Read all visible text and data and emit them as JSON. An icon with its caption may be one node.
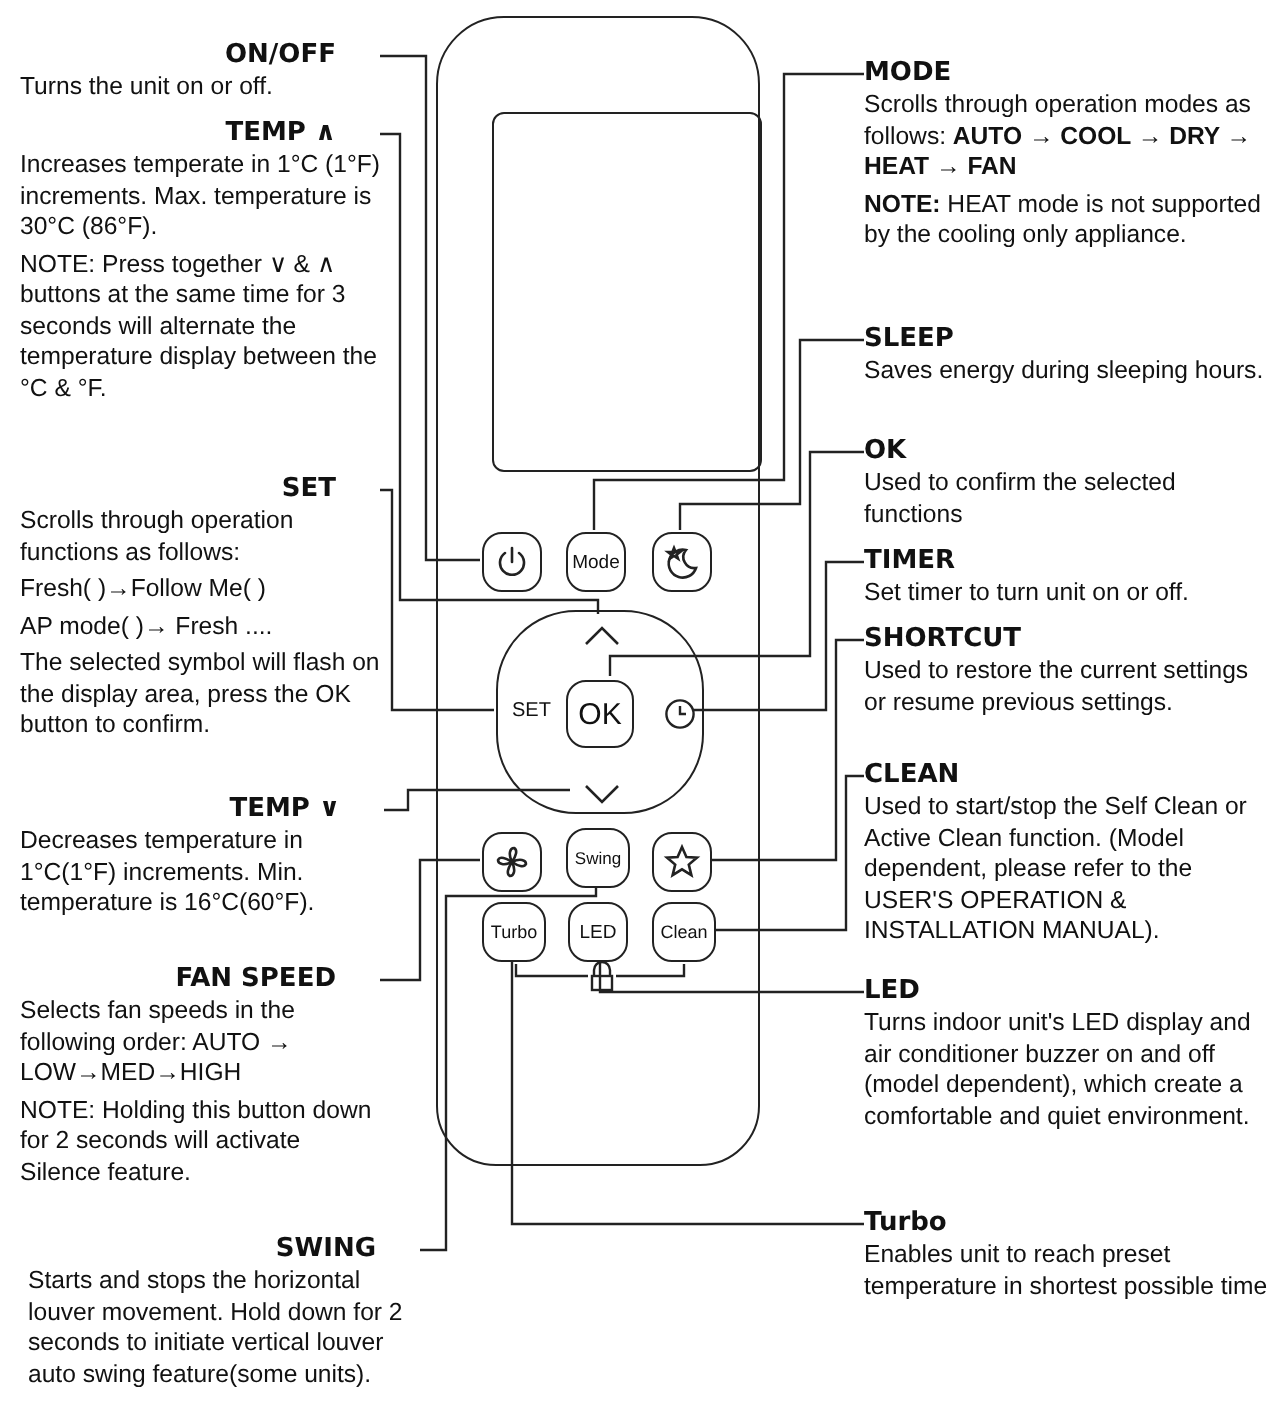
{
  "diagram": {
    "nodes": [
      {
        "text": [
          "ON/OFF",
          "Turns the unit on or off."
        ]
      },
      {
        "text": [
          "TEMP ∧",
          "Increases temperate in 1°C (1°F) increments. Max. temperature is 30°C (86°F).",
          "NOTE: Press together ∨ & ∧ buttons at the same time for 3 seconds will alternate the temperature display between the °C & °F."
        ]
      },
      {
        "text": [
          "SET",
          "Scrolls through operation functions as follows:",
          "Fresh( )→Follow Me( )",
          "AP mode( )→ Fresh ....",
          "The selected symbol will flash on the display area, press the OK button to confirm."
        ]
      },
      {
        "text": [
          "TEMP ∨",
          "Decreases temperature in 1°C(1°F) increments. Min. temperature is 16°C(60°F)."
        ]
      },
      {
        "text": [
          "FAN SPEED",
          "Selects fan speeds in the following order: AUTO → LOW→MED→HIGH",
          "NOTE: Holding this button down for 2 seconds will activate Silence feature."
        ]
      },
      {
        "text": [
          "SWING",
          "Starts and stops the horizontal louver movement. Hold down for 2 seconds to initiate vertical louver auto swing feature(some units)."
        ]
      },
      {
        "text": [
          "MODE",
          "Scrolls through operation modes as follows: **AUTO → COOL → DRY → HEAT → FAN**",
          "**NOTE:** HEAT mode is not supported by the cooling only appliance."
        ]
      },
      {
        "text": [
          "SLEEP",
          "Saves energy during sleeping hours."
        ]
      },
      {
        "text": [
          "OK",
          "Used to confirm the selected functions"
        ]
      },
      {
        "text": [
          "TIMER",
          "Set timer to turn unit on or off."
        ]
      },
      {
        "text": [
          "SHORTCUT",
          "Used to restore the current settings or resume previous settings."
        ]
      },
      {
        "text": [
          "CLEAN",
          "Used to start/stop the Self Clean or Active Clean function. (Model dependent, please refer to the USER'S OPERATION & INSTALLATION MANUAL)."
        ]
      },
      {
        "text": [
          "LED",
          "Turns indoor unit's LED display and air conditioner buzzer on and off (model dependent), which create a comfortable and quiet environment."
        ]
      },
      {
        "text": [
          "Turbo",
          "Enables unit to reach preset temperature in shortest possible time"
        ]
      },
      {
        "text": [],
        "shape": "box"
      },
      {
        "text": [],
        "shape": "box",
        "in": 14
      },
      {
        "text": [
          "Mode"
        ],
        "in": 14
      },
      {
        "text": [],
        "shape": "box",
        "in": 14
      },
      {
        "text": [
          "SET"
        ],
        "in": 14
      },
      {
        "text": [],
        "shape": "chevron",
        "in": 18
      },
      {
        "text": [
          "OK"
        ],
        "in": 18
      },
      {
        "text": [],
        "shape": "clock",
        "in": 18
      },
      {
        "text": [],
        "shape": "chevron",
        "in": 18
      },
      {
        "text": [],
        "shape": "box",
        "in": 14
      },
      {
        "text": [
          "Swing"
        ],
        "in": 14
      },
      {
        "text": [],
        "shape": "box",
        "in": 14
      },
      {
        "text": [
          "Turbo"
        ],
        "in": 14
      },
      {
        "text": [
          "LED"
        ],
        "in": 14
      },
      {
        "text": [
          "Clean"
        ],
        "in": 14
      },
      {
        "text": [],
        "shape": "box",
        "in": 14
      }
    ],
    "edges": [
      {
        "from": 0,
        "to": 15,
        "arrow": "none"
      },
      {
        "from": 1,
        "to": 19,
        "arrow": "none"
      },
      {
        "from": 2,
        "to": 18,
        "arrow": "none"
      },
      {
        "from": 3,
        "to": 22,
        "arrow": "none"
      },
      {
        "from": 4,
        "to": 23,
        "arrow": "none"
      },
      {
        "from": 5,
        "to": 24,
        "arrow": "none"
      },
      {
        "from": 6,
        "to": 16,
        "arrow": "none"
      },
      {
        "from": 7,
        "to": 17,
        "arrow": "none"
      },
      {
        "from": 8,
        "to": 20,
        "arrow": "none"
      },
      {
        "from": 9,
        "to": 21,
        "arrow": "none"
      },
      {
        "from": 10,
        "to": 25,
        "arrow": "none"
      },
      {
        "from": 11,
        "to": 28,
        "arrow": "none"
      },
      {
        "from": 12,
        "to": 27,
        "arrow": "none"
      },
      {
        "from": 13,
        "to": 26,
        "arrow": "none"
      }
    ]
  }
}
